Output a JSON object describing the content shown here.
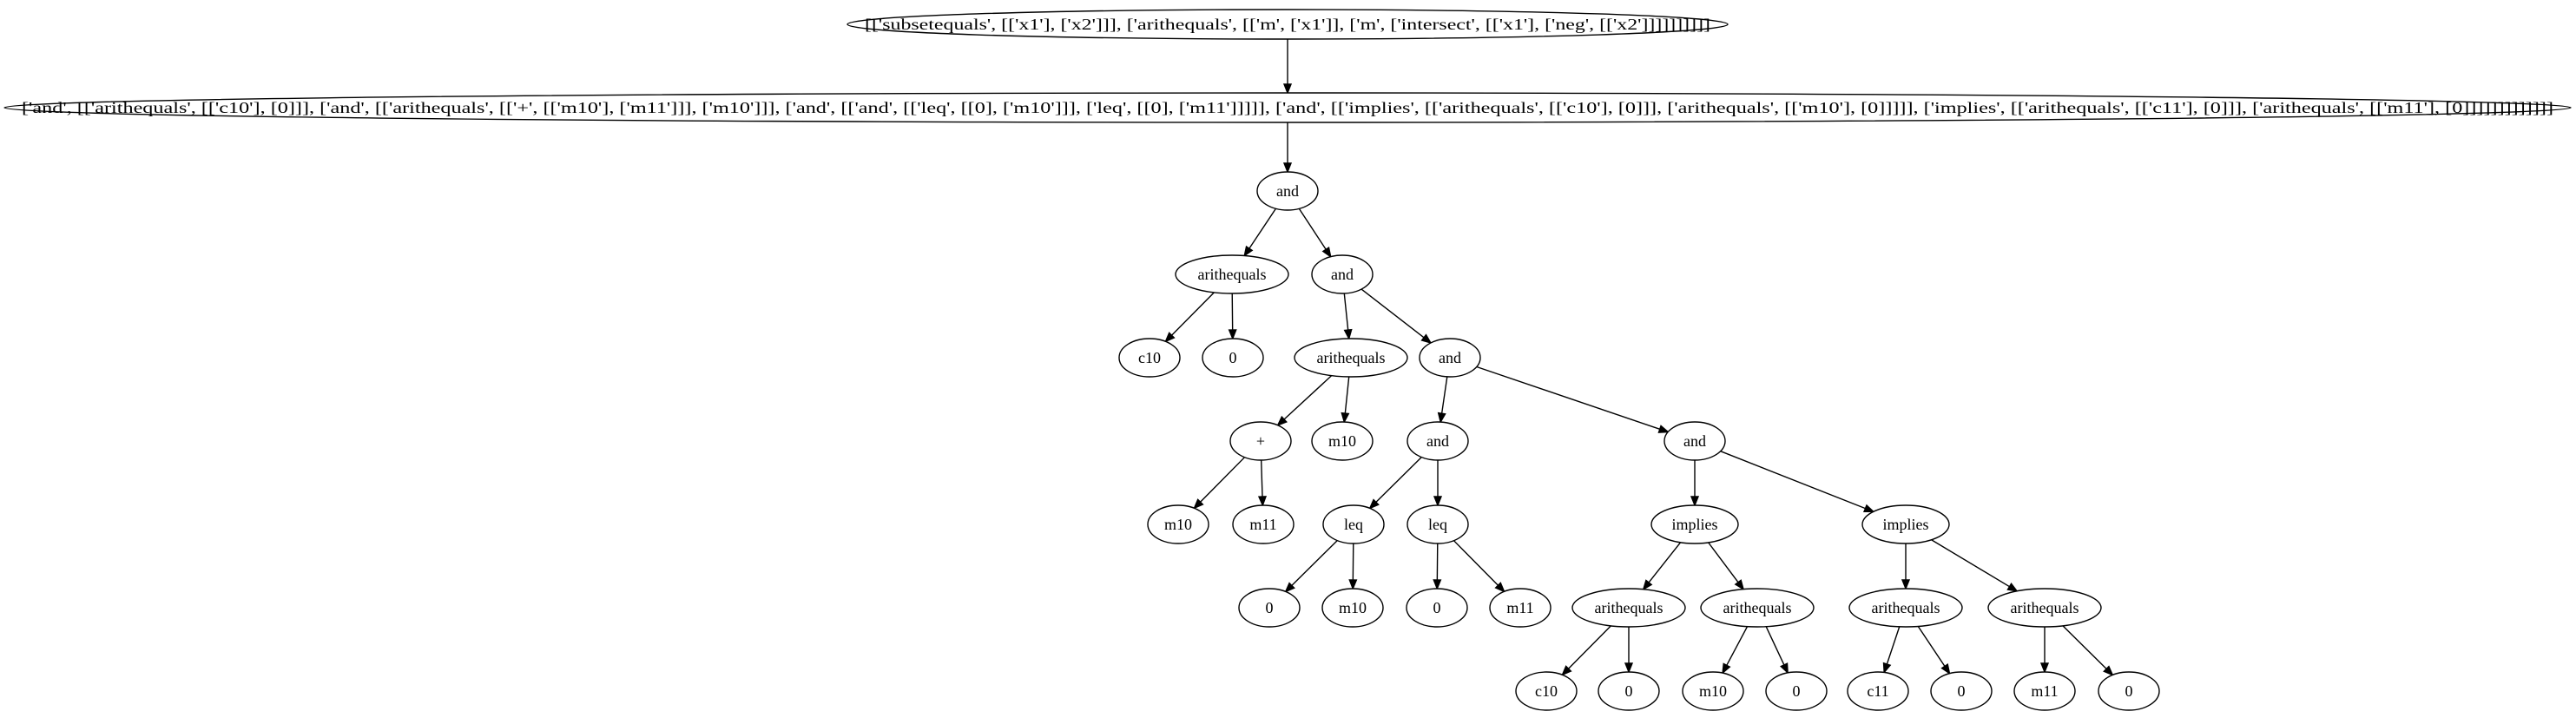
{
  "diagram": {
    "nodes": [
      {
        "id": "n0",
        "label": "[['subsetequals', [['x1'], ['x2']]], ['arithequals', [['m', ['x1']], ['m', ['intersect', [['x1'], ['neg', [['x2']]]]]]]]]]"
      },
      {
        "id": "n1",
        "label": "['and', [['arithequals', [['c10'], [0]]], ['and', [['arithequals', [['+', [['m10'], ['m11']]], ['m10']]], ['and', [['and', [['leq', [[0], ['m10']]], ['leq', [[0], ['m11']]]]], ['and', [['implies', [['arithequals', [['c10'], [0]]], ['arithequals', [['m10'], [0]]]]], ['implies', [['arithequals', [['c11'], [0]]], ['arithequals', [['m11'], [0]]]]]]]]]]]]]"
      },
      {
        "id": "n2",
        "label": "and"
      },
      {
        "id": "n3",
        "label": "arithequals"
      },
      {
        "id": "n4",
        "label": "and"
      },
      {
        "id": "n5",
        "label": "c10"
      },
      {
        "id": "n6",
        "label": "0"
      },
      {
        "id": "n7",
        "label": "arithequals"
      },
      {
        "id": "n8",
        "label": "and"
      },
      {
        "id": "n9",
        "label": "+"
      },
      {
        "id": "n10",
        "label": "m10"
      },
      {
        "id": "n11",
        "label": "and"
      },
      {
        "id": "n12",
        "label": "and"
      },
      {
        "id": "n13",
        "label": "m10"
      },
      {
        "id": "n14",
        "label": "m11"
      },
      {
        "id": "n15",
        "label": "leq"
      },
      {
        "id": "n16",
        "label": "leq"
      },
      {
        "id": "n17",
        "label": "implies"
      },
      {
        "id": "n18",
        "label": "implies"
      },
      {
        "id": "n19",
        "label": "0"
      },
      {
        "id": "n20",
        "label": "m10"
      },
      {
        "id": "n21",
        "label": "0"
      },
      {
        "id": "n22",
        "label": "m11"
      },
      {
        "id": "n23",
        "label": "arithequals"
      },
      {
        "id": "n24",
        "label": "arithequals"
      },
      {
        "id": "n25",
        "label": "arithequals"
      },
      {
        "id": "n26",
        "label": "arithequals"
      },
      {
        "id": "n27",
        "label": "c10"
      },
      {
        "id": "n28",
        "label": "0"
      },
      {
        "id": "n29",
        "label": "m10"
      },
      {
        "id": "n30",
        "label": "0"
      },
      {
        "id": "n31",
        "label": "c11"
      },
      {
        "id": "n32",
        "label": "0"
      },
      {
        "id": "n33",
        "label": "m11"
      },
      {
        "id": "n34",
        "label": "0"
      }
    ],
    "edges": [
      [
        "n0",
        "n1"
      ],
      [
        "n1",
        "n2"
      ],
      [
        "n2",
        "n3"
      ],
      [
        "n2",
        "n4"
      ],
      [
        "n3",
        "n5"
      ],
      [
        "n3",
        "n6"
      ],
      [
        "n4",
        "n7"
      ],
      [
        "n4",
        "n8"
      ],
      [
        "n7",
        "n9"
      ],
      [
        "n7",
        "n10"
      ],
      [
        "n8",
        "n11"
      ],
      [
        "n8",
        "n12"
      ],
      [
        "n9",
        "n13"
      ],
      [
        "n9",
        "n14"
      ],
      [
        "n11",
        "n15"
      ],
      [
        "n11",
        "n16"
      ],
      [
        "n12",
        "n17"
      ],
      [
        "n12",
        "n18"
      ],
      [
        "n15",
        "n19"
      ],
      [
        "n15",
        "n20"
      ],
      [
        "n16",
        "n21"
      ],
      [
        "n16",
        "n22"
      ],
      [
        "n17",
        "n23"
      ],
      [
        "n17",
        "n24"
      ],
      [
        "n18",
        "n25"
      ],
      [
        "n18",
        "n26"
      ],
      [
        "n23",
        "n27"
      ],
      [
        "n23",
        "n28"
      ],
      [
        "n24",
        "n29"
      ],
      [
        "n24",
        "n30"
      ],
      [
        "n25",
        "n31"
      ],
      [
        "n25",
        "n32"
      ],
      [
        "n26",
        "n33"
      ],
      [
        "n26",
        "n34"
      ]
    ]
  }
}
